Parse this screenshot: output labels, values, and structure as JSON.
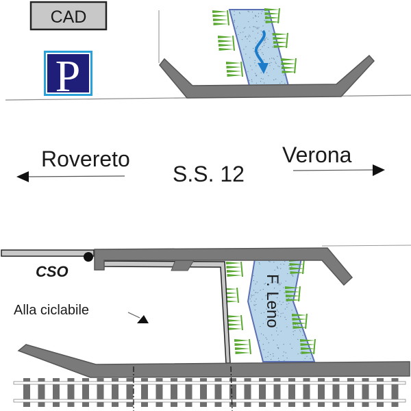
{
  "labels": {
    "cad": "CAD",
    "parking": "P",
    "rovereto": "Rovereto",
    "verona": "Verona",
    "road": "S.S. 12",
    "cso": "CSO",
    "cycle_path": "Alla ciclabile",
    "river": "F. Leno"
  },
  "colors": {
    "concrete": "#7a7a7a",
    "concrete_edge": "#555555",
    "water": "#b9d5ea",
    "water_edge": "#5b6fb5",
    "vegetation": "#5aa832",
    "flow_arrow": "#1d7cc9",
    "parking_bg": "#1f1f7a",
    "parking_border": "#2aa0d8",
    "cad_bg": "#c8c8c8",
    "rail_sleeper": "#6e6e6e",
    "pipe_fill": "#c8c8c8"
  }
}
